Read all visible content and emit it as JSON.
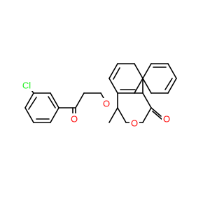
{
  "molecule": {
    "atoms": [
      {
        "label": "Cl",
        "color": "#1ff01f"
      },
      {
        "label": "O",
        "color": "#ff0d0d"
      },
      {
        "label": "O",
        "color": "#ff0d0d"
      },
      {
        "label": "O",
        "color": "#ff0d0d"
      },
      {
        "label": "O",
        "color": "#ff0d0d"
      }
    ]
  }
}
